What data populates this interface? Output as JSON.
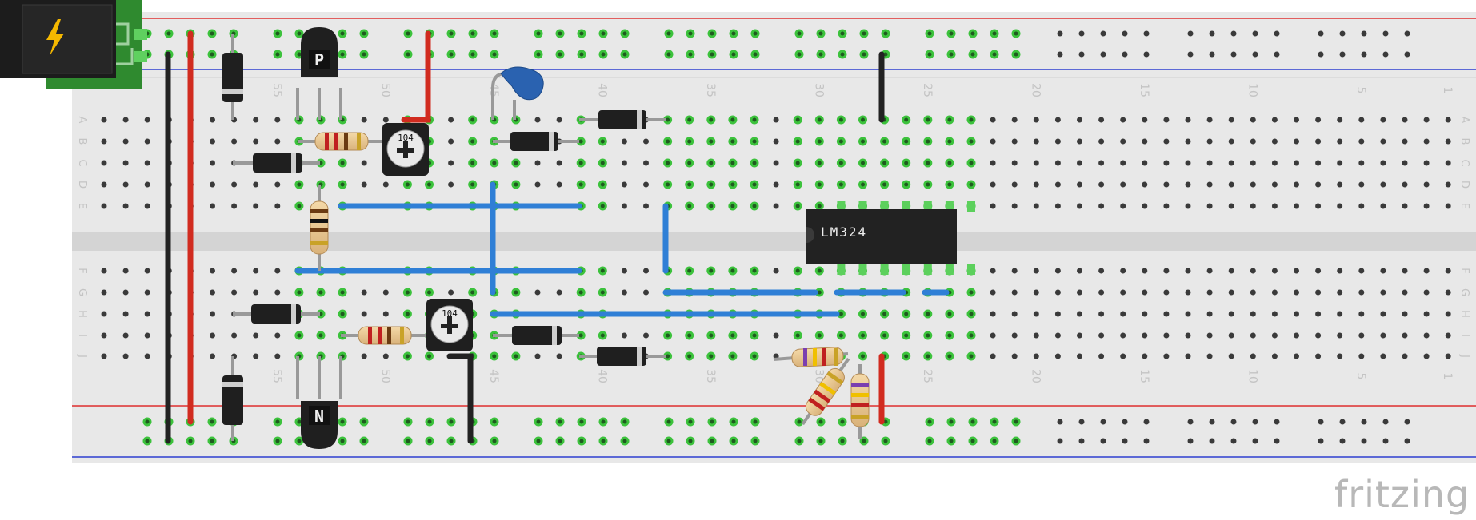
{
  "app": {
    "brand": "fritzing"
  },
  "breadboard": {
    "columns": 63,
    "row_letters": [
      "A",
      "B",
      "C",
      "D",
      "E",
      "F",
      "G",
      "H",
      "I",
      "J"
    ],
    "column_numbers": [
      "1",
      "5",
      "10",
      "15",
      "20",
      "25",
      "30",
      "35",
      "40",
      "45",
      "50",
      "55"
    ],
    "colors": {
      "board": "#e8e8e8",
      "channel": "#d4d4d4",
      "rail_red": "#e03030",
      "rail_blue": "#2d3fd0",
      "hole": "#3a3a3a",
      "connected_hole": "#3cc23c"
    }
  },
  "components": {
    "ic_label": "LM324",
    "transistor_p_label": "P",
    "transistor_n_label": "N",
    "trimmer_label": "104",
    "power_jack_icon": "lightning-bolt-icon"
  },
  "wire_colors": {
    "red": "#d12b1f",
    "black": "#222222",
    "blue": "#2f7fd6"
  }
}
